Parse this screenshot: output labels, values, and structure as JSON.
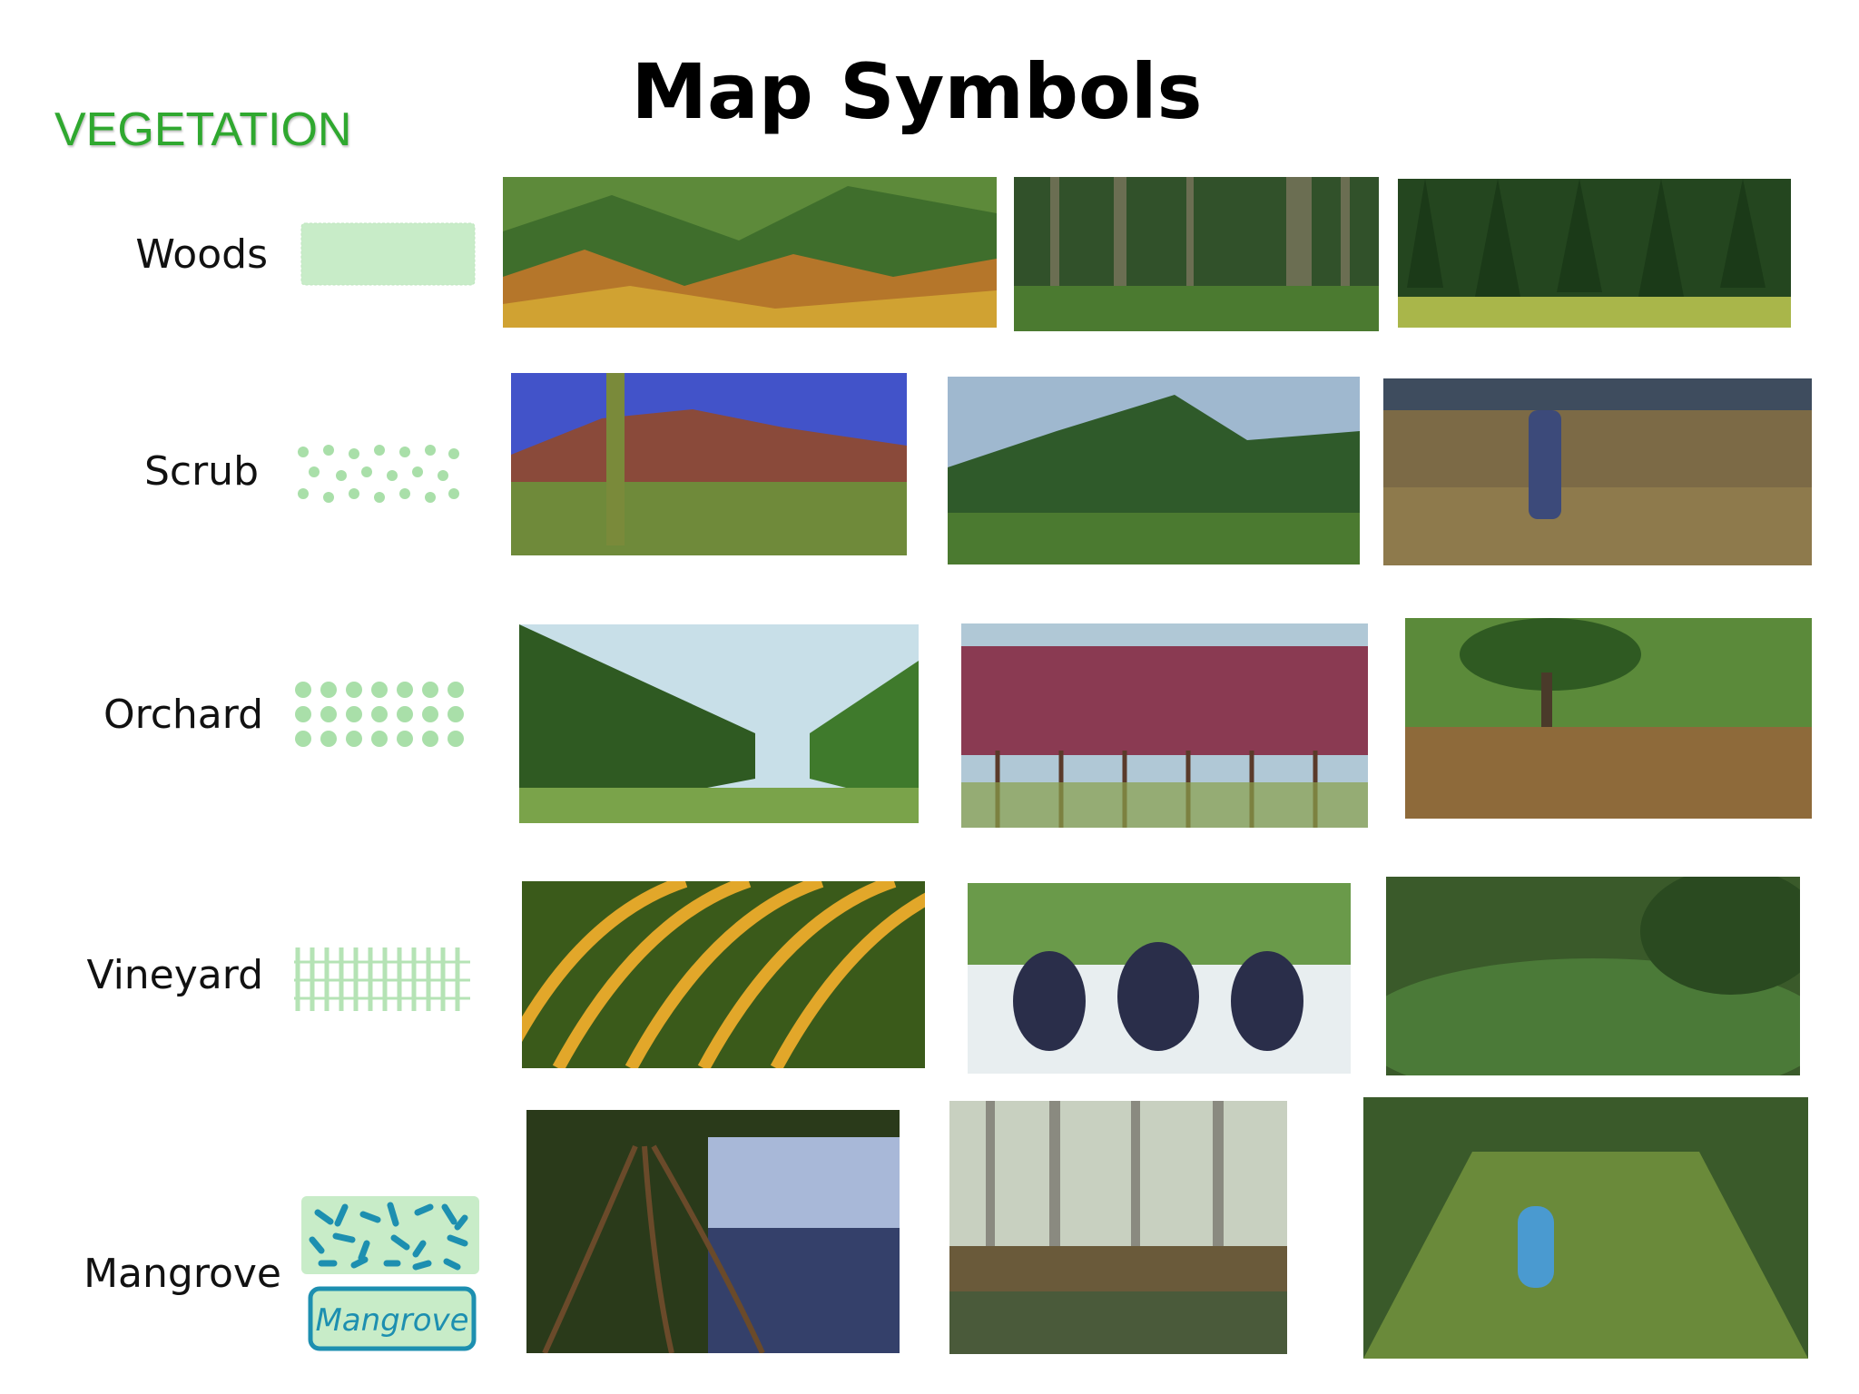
{
  "title": "Map Symbols",
  "section": "VEGETATION",
  "rows": [
    {
      "label": "Woods",
      "symbol": "woods-symbol"
    },
    {
      "label": "Scrub",
      "symbol": "scrub-symbol"
    },
    {
      "label": "Orchard",
      "symbol": "orchard-symbol"
    },
    {
      "label": "Vineyard",
      "symbol": "vineyard-symbol"
    },
    {
      "label": "Mangrove",
      "symbol": "mangrove-symbol",
      "symbol_text": "Mangrove"
    }
  ],
  "colors": {
    "section_green": "#2fa82f",
    "symbol_green": "#c8ecc8",
    "mangrove_blue": "#1d8fb0"
  }
}
